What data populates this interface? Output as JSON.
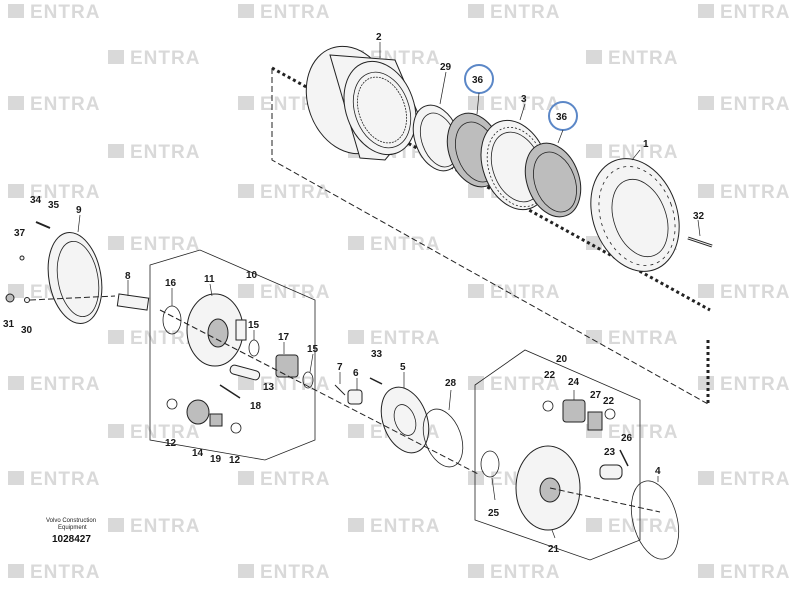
{
  "watermark": "ENTRA",
  "caption": {
    "line1": "Volvo Construction",
    "line2": "Equipment",
    "part_number": "1028427"
  },
  "highlighted_callout": "36",
  "callouts": [
    "1",
    "2",
    "3",
    "4",
    "5",
    "6",
    "7",
    "8",
    "9",
    "10",
    "11",
    "12",
    "13",
    "14",
    "15",
    "16",
    "17",
    "18",
    "19",
    "20",
    "21",
    "22",
    "23",
    "24",
    "25",
    "26",
    "27",
    "28",
    "29",
    "30",
    "31",
    "32",
    "33",
    "34",
    "35",
    "37"
  ],
  "colors": {
    "highlight": "#5b87c7",
    "watermark": "#d9d9d9"
  }
}
